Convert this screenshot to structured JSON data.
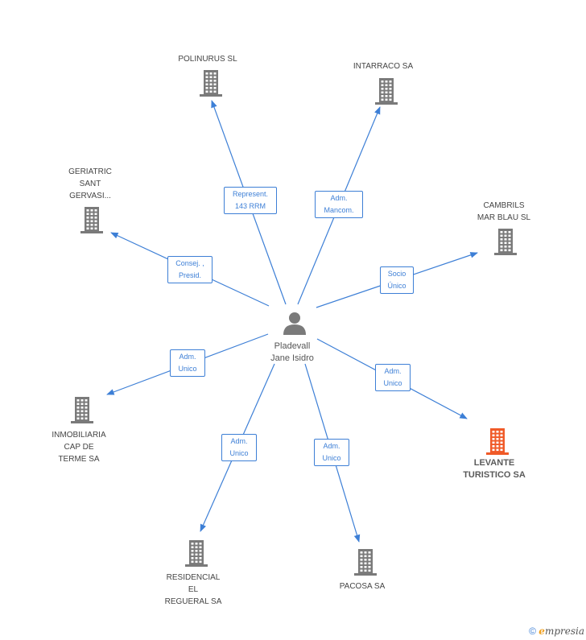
{
  "center": {
    "name": "Pladevall\nJane Isidro",
    "icon": "person-icon"
  },
  "nodes": [
    {
      "id": "polinurus",
      "name": "POLINURUS SL",
      "icon": "building-icon",
      "highlighted": false
    },
    {
      "id": "intarraco",
      "name": "INTARRACO SA",
      "icon": "building-icon",
      "highlighted": false
    },
    {
      "id": "geriatric",
      "name": "GERIATRIC\nSANT\nGERVASI...",
      "icon": "building-icon",
      "highlighted": false
    },
    {
      "id": "cambrils",
      "name": "CAMBRILS\nMAR BLAU SL",
      "icon": "building-icon",
      "highlighted": false
    },
    {
      "id": "inmobiliaria",
      "name": "INMOBILIARIA\nCAP DE\nTERME SA",
      "icon": "building-icon",
      "highlighted": false
    },
    {
      "id": "levante",
      "name": "LEVANTE\nTURISTICO SA",
      "icon": "building-icon",
      "highlighted": true
    },
    {
      "id": "residencial",
      "name": "RESIDENCIAL\nEL\nREGUERAL SA",
      "icon": "building-icon",
      "highlighted": false
    },
    {
      "id": "pacosa",
      "name": "PACOSA SA",
      "icon": "building-icon",
      "highlighted": false
    }
  ],
  "edges": [
    {
      "to": "polinurus",
      "label": "Represent.\n143 RRM"
    },
    {
      "to": "intarraco",
      "label": "Adm.\nMancom."
    },
    {
      "to": "geriatric",
      "label": "Consej. ,\nPresid."
    },
    {
      "to": "cambrils",
      "label": "Socio\nÚnico"
    },
    {
      "to": "inmobiliaria",
      "label": "Adm.\nUnico"
    },
    {
      "to": "levante",
      "label": "Adm.\nUnico"
    },
    {
      "to": "residencial",
      "label": "Adm.\nUnico"
    },
    {
      "to": "pacosa",
      "label": "Adm.\nUnico"
    }
  ],
  "colors": {
    "edge": "#3d7fd6",
    "building": "#7a7a7a",
    "building_highlight": "#f05a28",
    "person": "#7a7a7a"
  },
  "footer": {
    "copyright": "©",
    "brand_initial": "e",
    "brand_rest": "mpresia"
  }
}
